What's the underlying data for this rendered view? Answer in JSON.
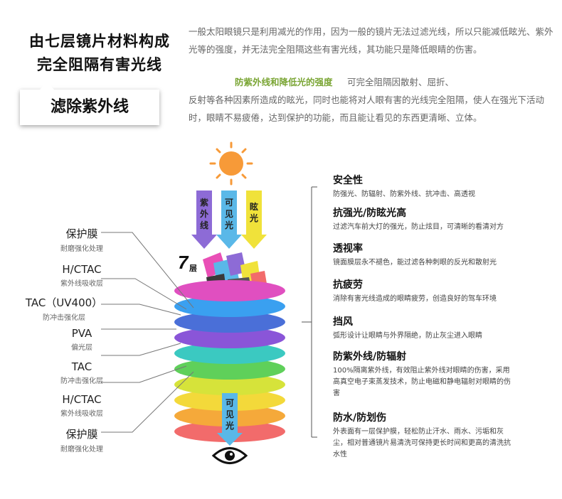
{
  "header": {
    "title_line1": "由七层镜片材料构成",
    "title_line2": "完全阻隔有害光线",
    "filter_label": "滤除紫外线"
  },
  "intro": {
    "paragraph1": "一般太阳眼镜只是利用减光的作用，因为一般的镜片无法过滤光线，所以只能减低眩光、紫外光等的强度，并无法完全阻隔这些有害光线，其功能只是降低眼睛的伤害。",
    "highlight": "防紫外线和降低光的强度",
    "paragraph2_head": "可完全阻隔因散射、屈折、",
    "paragraph2": "反射等各种因素所造成的眩光，同时也能将对人眼有害的光线完全阻隔，使人在强光下活动时，眼睛不易疲倦，达到保护的功能，而且能让看见的东西更清晰、立体。"
  },
  "diagram": {
    "arrows": {
      "uv": "紫外线",
      "visible_in": "可见光",
      "glare": "眩光",
      "visible_out": "可见光"
    },
    "seven_layers": {
      "number": "7",
      "unit": "层"
    },
    "layers": [
      {
        "name": "保护膜",
        "sub": "耐磨强化处理"
      },
      {
        "name": "H/CTAC",
        "sub": "紫外线吸收层"
      },
      {
        "name": "TAC（UV400）",
        "sub": "防冲击强化层"
      },
      {
        "name": "PVA",
        "sub": "偏光层"
      },
      {
        "name": "TAC",
        "sub": "防冲击强化层"
      },
      {
        "name": "H/CTAC",
        "sub": "紫外线吸收层"
      },
      {
        "name": "保护膜",
        "sub": "耐磨强化处理"
      }
    ],
    "disc_colors": [
      "#e04fc0",
      "#3aa0f0",
      "#4a6fd8",
      "#8a55d8",
      "#3bc9c1",
      "#5fd05a",
      "#d6e33a",
      "#f3d93a",
      "#f5a93a",
      "#f26b6b"
    ],
    "features": [
      {
        "title": "安全性",
        "desc": "防强光、防辐射、防紫外线、抗冲击、高透视"
      },
      {
        "title": "抗强光/防眩光高",
        "desc": "过滤汽车前大灯的强光，防止炫目，可清晰的看清对方"
      },
      {
        "title": "透视率",
        "desc": "镜面膜层永不褪色，能过滤各种刺眼的反光和散射光"
      },
      {
        "title": "抗疲劳",
        "desc": "消除有害光线造成的眼睛疲劳，创造良好的驾车环境"
      },
      {
        "title": "挡风",
        "desc": "弧形设计让眼睛与外界隔绝，防止灰尘进入眼睛"
      },
      {
        "title": "防紫外线/防辐射",
        "desc": "100%隔离紫外线，有效阻止紫外线对眼睛的伤害，采用高真空电子束蒸发技术，防止电磁和静电辐射对眼睛的伤害"
      },
      {
        "title": "防水/防划伤",
        "desc": "外表面有一层保护膜，轻松防止汗水、雨水、污垢和灰尘，相对普通镜片易清洗可保持更长时间和更高的清洗抗水性"
      }
    ]
  }
}
